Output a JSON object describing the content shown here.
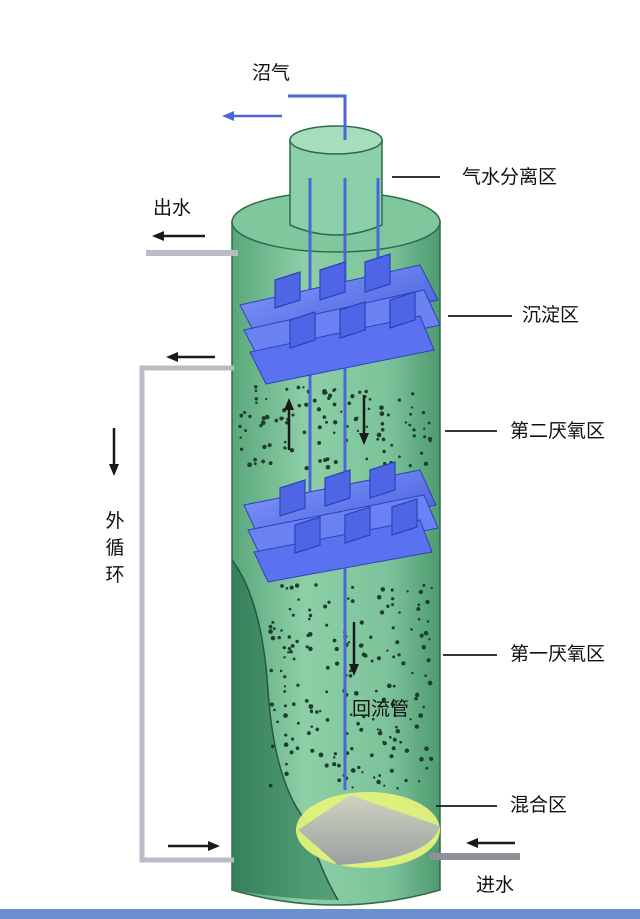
{
  "labels": {
    "biogas": "沼气",
    "gas_water_separation": "气水分离区",
    "outflow": "出水",
    "settling": "沉淀区",
    "second_anaerobic": "第二厌氧区",
    "external_circulation": "外循环",
    "first_anaerobic": "第一厌氧区",
    "return_pipe": "回流管",
    "mixing": "混合区",
    "inflow": "进水"
  },
  "colors": {
    "tank_body": "#7fc39a",
    "tank_dark": "#3f8a62",
    "baffle_blue": "#5a72f0",
    "pipe_blue": "#4a66d8",
    "mixing_yellow": "#e3f27a",
    "pipe_gray": "#b9bcc4",
    "arrow": "#1a1a1a"
  }
}
